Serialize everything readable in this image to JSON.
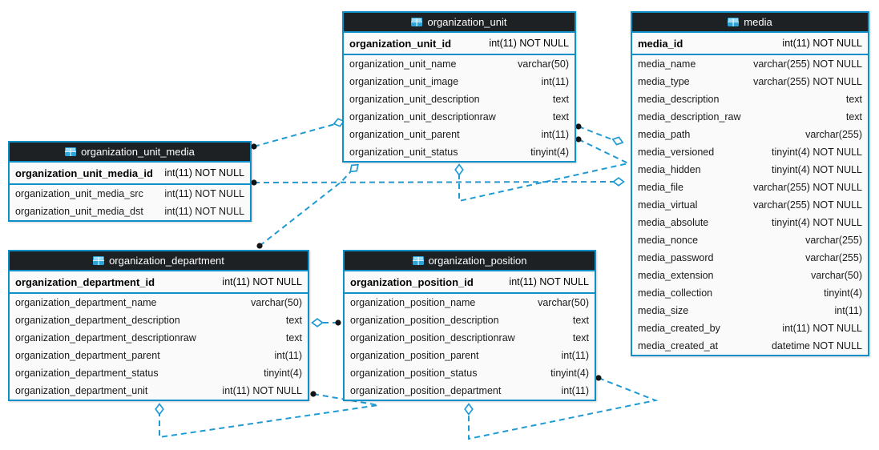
{
  "diagram": {
    "kind": "database-eer-diagram",
    "accent_color": "#1090c8",
    "wire_color": "#1f9ad2",
    "header_bg": "#1d2123",
    "header_text_color": "#ffffff",
    "body_bg": "#fafafa",
    "icon": "table-grid-icon"
  },
  "tables": [
    {
      "id": "organization_unit",
      "title": "organization_unit",
      "pk": {
        "name": "organization_unit_id",
        "type": "int(11) NOT NULL"
      },
      "columns": [
        {
          "name": "organization_unit_name",
          "type": "varchar(50)"
        },
        {
          "name": "organization_unit_image",
          "type": "int(11)"
        },
        {
          "name": "organization_unit_description",
          "type": "text"
        },
        {
          "name": "organization_unit_descriptionraw",
          "type": "text"
        },
        {
          "name": "organization_unit_parent",
          "type": "int(11)"
        },
        {
          "name": "organization_unit_status",
          "type": "tinyint(4)"
        }
      ]
    },
    {
      "id": "media",
      "title": "media",
      "pk": {
        "name": "media_id",
        "type": "int(11) NOT NULL"
      },
      "columns": [
        {
          "name": "media_name",
          "type": "varchar(255) NOT NULL"
        },
        {
          "name": "media_type",
          "type": "varchar(255) NOT NULL"
        },
        {
          "name": "media_description",
          "type": "text"
        },
        {
          "name": "media_description_raw",
          "type": "text"
        },
        {
          "name": "media_path",
          "type": "varchar(255)"
        },
        {
          "name": "media_versioned",
          "type": "tinyint(4) NOT NULL"
        },
        {
          "name": "media_hidden",
          "type": "tinyint(4) NOT NULL"
        },
        {
          "name": "media_file",
          "type": "varchar(255) NOT NULL"
        },
        {
          "name": "media_virtual",
          "type": "varchar(255) NOT NULL"
        },
        {
          "name": "media_absolute",
          "type": "tinyint(4) NOT NULL"
        },
        {
          "name": "media_nonce",
          "type": "varchar(255)"
        },
        {
          "name": "media_password",
          "type": "varchar(255)"
        },
        {
          "name": "media_extension",
          "type": "varchar(50)"
        },
        {
          "name": "media_collection",
          "type": "tinyint(4)"
        },
        {
          "name": "media_size",
          "type": "int(11)"
        },
        {
          "name": "media_created_by",
          "type": "int(11) NOT NULL"
        },
        {
          "name": "media_created_at",
          "type": "datetime NOT NULL"
        }
      ]
    },
    {
      "id": "organization_unit_media",
      "title": "organization_unit_media",
      "pk": {
        "name": "organization_unit_media_id",
        "type": "int(11) NOT NULL"
      },
      "columns": [
        {
          "name": "organization_unit_media_src",
          "type": "int(11) NOT NULL"
        },
        {
          "name": "organization_unit_media_dst",
          "type": "int(11) NOT NULL"
        }
      ]
    },
    {
      "id": "organization_department",
      "title": "organization_department",
      "pk": {
        "name": "organization_department_id",
        "type": "int(11) NOT NULL"
      },
      "columns": [
        {
          "name": "organization_department_name",
          "type": "varchar(50)"
        },
        {
          "name": "organization_department_description",
          "type": "text"
        },
        {
          "name": "organization_department_descriptionraw",
          "type": "text"
        },
        {
          "name": "organization_department_parent",
          "type": "int(11)"
        },
        {
          "name": "organization_department_status",
          "type": "tinyint(4)"
        },
        {
          "name": "organization_department_unit",
          "type": "int(11) NOT NULL"
        }
      ]
    },
    {
      "id": "organization_position",
      "title": "organization_position",
      "pk": {
        "name": "organization_position_id",
        "type": "int(11) NOT NULL"
      },
      "columns": [
        {
          "name": "organization_position_name",
          "type": "varchar(50)"
        },
        {
          "name": "organization_position_description",
          "type": "text"
        },
        {
          "name": "organization_position_descriptionraw",
          "type": "text"
        },
        {
          "name": "organization_position_parent",
          "type": "int(11)"
        },
        {
          "name": "organization_position_status",
          "type": "tinyint(4)"
        },
        {
          "name": "organization_position_department",
          "type": "int(11)"
        }
      ]
    }
  ],
  "relationships": [
    {
      "id": "c1",
      "from": "organization_unit_media",
      "to": "organization_unit",
      "style": "dashed",
      "from_marker": "dot",
      "to_marker": "diamond"
    },
    {
      "id": "c2",
      "from": "organization_unit_media",
      "to": "media",
      "style": "dashed",
      "from_marker": "dot",
      "to_marker": "diamond"
    },
    {
      "id": "c3",
      "from": "organization_unit",
      "to": "media",
      "style": "dashed",
      "from_marker": "dot",
      "to_marker": "diamond"
    },
    {
      "id": "c4",
      "from": "organization_unit",
      "to": "organization_unit",
      "style": "dashed",
      "from_marker": "dot",
      "to_marker": "diamond",
      "self": true
    },
    {
      "id": "c5",
      "from": "organization_department",
      "to": "organization_unit",
      "style": "dashed",
      "from_marker": "dot",
      "to_marker": "diamond"
    },
    {
      "id": "c6",
      "from": "organization_position",
      "to": "organization_department",
      "style": "dashed",
      "from_marker": "dot",
      "to_marker": "diamond"
    },
    {
      "id": "c7",
      "from": "organization_department",
      "to": "organization_department",
      "style": "dashed",
      "from_marker": "dot",
      "to_marker": "diamond",
      "self": true
    },
    {
      "id": "c8",
      "from": "organization_position",
      "to": "organization_position",
      "style": "dashed",
      "from_marker": "dot",
      "to_marker": "diamond",
      "self": true
    }
  ]
}
